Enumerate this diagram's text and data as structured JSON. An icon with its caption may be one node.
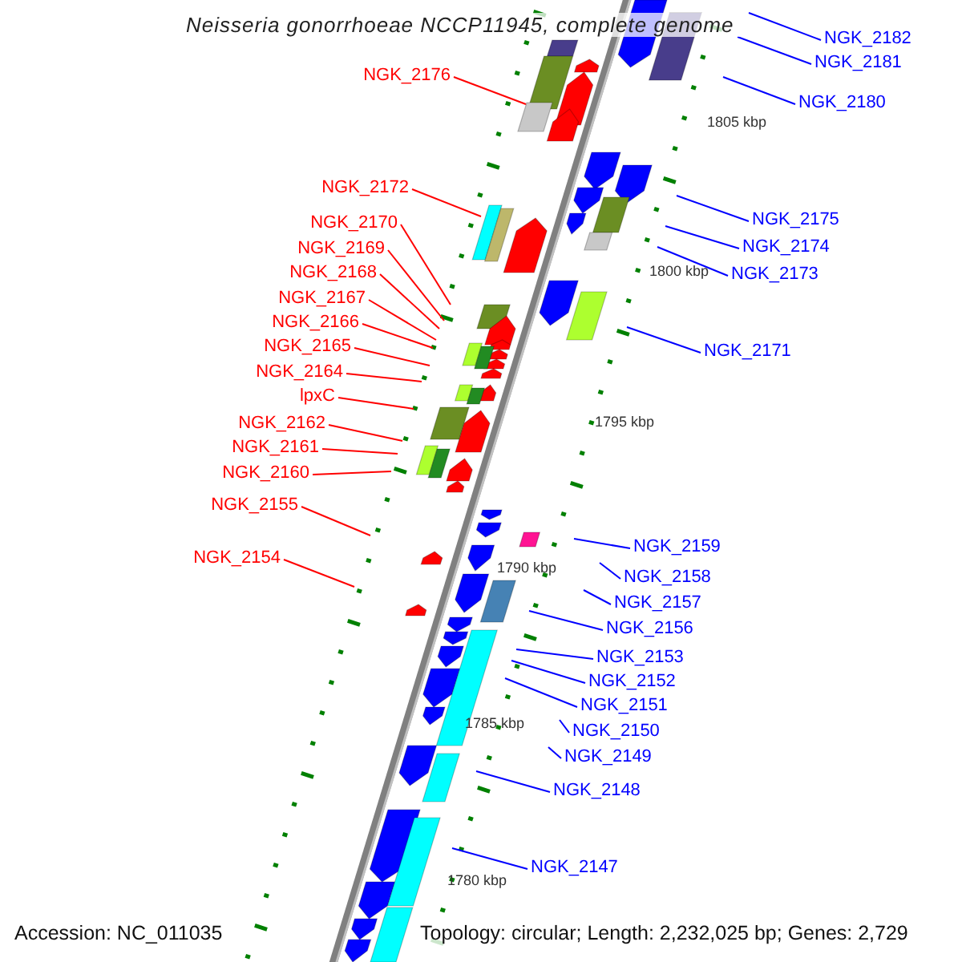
{
  "diagram": {
    "title": "Neisseria gonorrhoeae NCCP11945, complete genome",
    "nodes": [
      {
        "text": [
          "NGK_2176"
        ]
      },
      {
        "text": [
          "NGK_2172"
        ]
      },
      {
        "text": [
          "NGK_2170"
        ]
      },
      {
        "text": [
          "NGK_2169"
        ]
      },
      {
        "text": [
          "NGK_2168"
        ]
      },
      {
        "text": [
          "NGK_2167"
        ]
      },
      {
        "text": [
          "NGK_2166"
        ]
      },
      {
        "text": [
          "NGK_2165"
        ]
      },
      {
        "text": [
          "NGK_2164"
        ]
      },
      {
        "text": [
          "lpxC"
        ]
      },
      {
        "text": [
          "NGK_2162"
        ]
      },
      {
        "text": [
          "NGK_2161"
        ]
      },
      {
        "text": [
          "NGK_2160"
        ]
      },
      {
        "text": [
          "NGK_2155"
        ]
      },
      {
        "text": [
          "NGK_2154"
        ]
      },
      {
        "text": [
          "NGK_2182"
        ]
      },
      {
        "text": [
          "NGK_2181"
        ]
      },
      {
        "text": [
          "NGK_2180"
        ]
      },
      {
        "text": [
          "NGK_2175"
        ]
      },
      {
        "text": [
          "NGK_2174"
        ]
      },
      {
        "text": [
          "NGK_2173"
        ]
      },
      {
        "text": [
          "NGK_2171"
        ]
      },
      {
        "text": [
          "NGK_2159"
        ]
      },
      {
        "text": [
          "NGK_2158"
        ]
      },
      {
        "text": [
          "NGK_2157"
        ]
      },
      {
        "text": [
          "NGK_2156"
        ]
      },
      {
        "text": [
          "NGK_2153"
        ]
      },
      {
        "text": [
          "NGK_2152"
        ]
      },
      {
        "text": [
          "NGK_2151"
        ]
      },
      {
        "text": [
          "NGK_2150"
        ]
      },
      {
        "text": [
          "NGK_2149"
        ]
      },
      {
        "text": [
          "NGK_2148"
        ]
      },
      {
        "text": [
          "NGK_2147"
        ]
      }
    ],
    "edges": [
      {
        "from": 0,
        "to": null,
        "arrow": "none",
        "color": "#ff0000"
      },
      {
        "from": 1,
        "to": null,
        "arrow": "none",
        "color": "#ff0000"
      },
      {
        "from": 2,
        "to": null,
        "arrow": "none",
        "color": "#ff0000"
      },
      {
        "from": 3,
        "to": null,
        "arrow": "none",
        "color": "#ff0000"
      },
      {
        "from": 4,
        "to": null,
        "arrow": "none",
        "color": "#ff0000"
      },
      {
        "from": 5,
        "to": null,
        "arrow": "none",
        "color": "#ff0000"
      },
      {
        "from": 6,
        "to": null,
        "arrow": "none",
        "color": "#ff0000"
      },
      {
        "from": 7,
        "to": null,
        "arrow": "none",
        "color": "#ff0000"
      },
      {
        "from": 8,
        "to": null,
        "arrow": "none",
        "color": "#ff0000"
      },
      {
        "from": 9,
        "to": null,
        "arrow": "none",
        "color": "#ff0000"
      },
      {
        "from": 10,
        "to": null,
        "arrow": "none",
        "color": "#ff0000"
      },
      {
        "from": 11,
        "to": null,
        "arrow": "none",
        "color": "#ff0000"
      },
      {
        "from": 12,
        "to": null,
        "arrow": "none",
        "color": "#ff0000"
      },
      {
        "from": 13,
        "to": null,
        "arrow": "none",
        "color": "#ff0000"
      },
      {
        "from": 14,
        "to": null,
        "arrow": "none",
        "color": "#ff0000"
      },
      {
        "from": 15,
        "to": null,
        "arrow": "none"
      },
      {
        "from": 16,
        "to": null,
        "arrow": "none"
      },
      {
        "from": 17,
        "to": null,
        "arrow": "none"
      },
      {
        "from": 18,
        "to": null,
        "arrow": "none"
      },
      {
        "from": 19,
        "to": null,
        "arrow": "none"
      },
      {
        "from": 20,
        "to": null,
        "arrow": "none"
      },
      {
        "from": 21,
        "to": null,
        "arrow": "none"
      },
      {
        "from": 22,
        "to": null,
        "arrow": "none"
      },
      {
        "from": 23,
        "to": null,
        "arrow": "none"
      },
      {
        "from": 24,
        "to": null,
        "arrow": "none"
      },
      {
        "from": 25,
        "to": null,
        "arrow": "none"
      },
      {
        "from": 26,
        "to": null,
        "arrow": "none"
      },
      {
        "from": 27,
        "to": null,
        "arrow": "none"
      },
      {
        "from": 28,
        "to": null,
        "arrow": "none"
      },
      {
        "from": 29,
        "to": null,
        "arrow": "none"
      },
      {
        "from": 30,
        "to": null,
        "arrow": "none"
      },
      {
        "from": 31,
        "to": null,
        "arrow": "none"
      },
      {
        "from": 32,
        "to": null,
        "arrow": "none"
      }
    ],
    "labels": [
      "1805 kbp",
      "1800 kbp",
      "1795 kbp",
      "1790 kbp",
      "1785 kbp",
      "1780 kbp",
      "Accession: NC_011035",
      "Topology: circular; Length: 2,232,025 bp; Genes: 2,729"
    ]
  }
}
